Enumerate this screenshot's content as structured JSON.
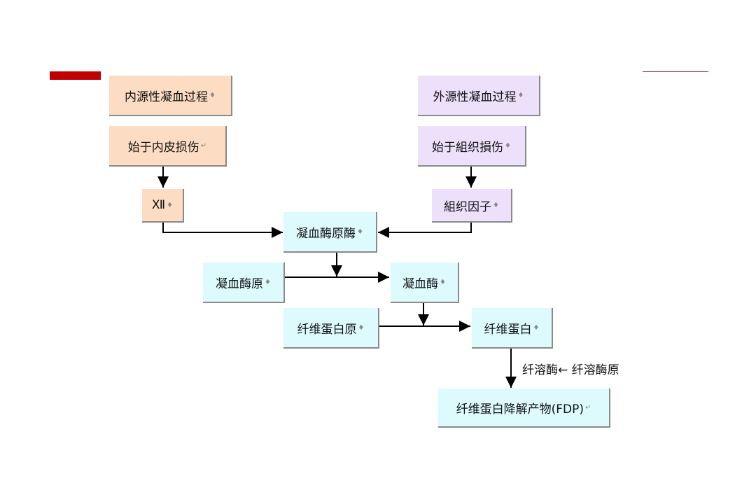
{
  "diagram": {
    "nodes": {
      "intrinsic_title": "内源性凝血过程",
      "intrinsic_start": "始于内皮损伤",
      "factor_xii": "Ⅻ",
      "extrinsic_title": "外源性凝血过程",
      "extrinsic_start": "始于組织損伤",
      "tissue_factor": "組织因子",
      "prothrombinase": "凝血酶原酶",
      "prothrombin": "凝血酶原",
      "thrombin": "凝血酶",
      "fibrinogen": "纤维蛋白原",
      "fibrin": "纤维蛋白",
      "fdp": "纤维蛋白降解产物(FDP)"
    },
    "paragraph_mark": "♦",
    "return_mark": "↵",
    "fibrinolysis_label": "纤溶酶← 纤溶酶原",
    "colors": {
      "intrinsic": "#fcdcc2",
      "extrinsic": "#ece0fb",
      "common": "#ddfafd",
      "accent": "#c00000"
    }
  }
}
